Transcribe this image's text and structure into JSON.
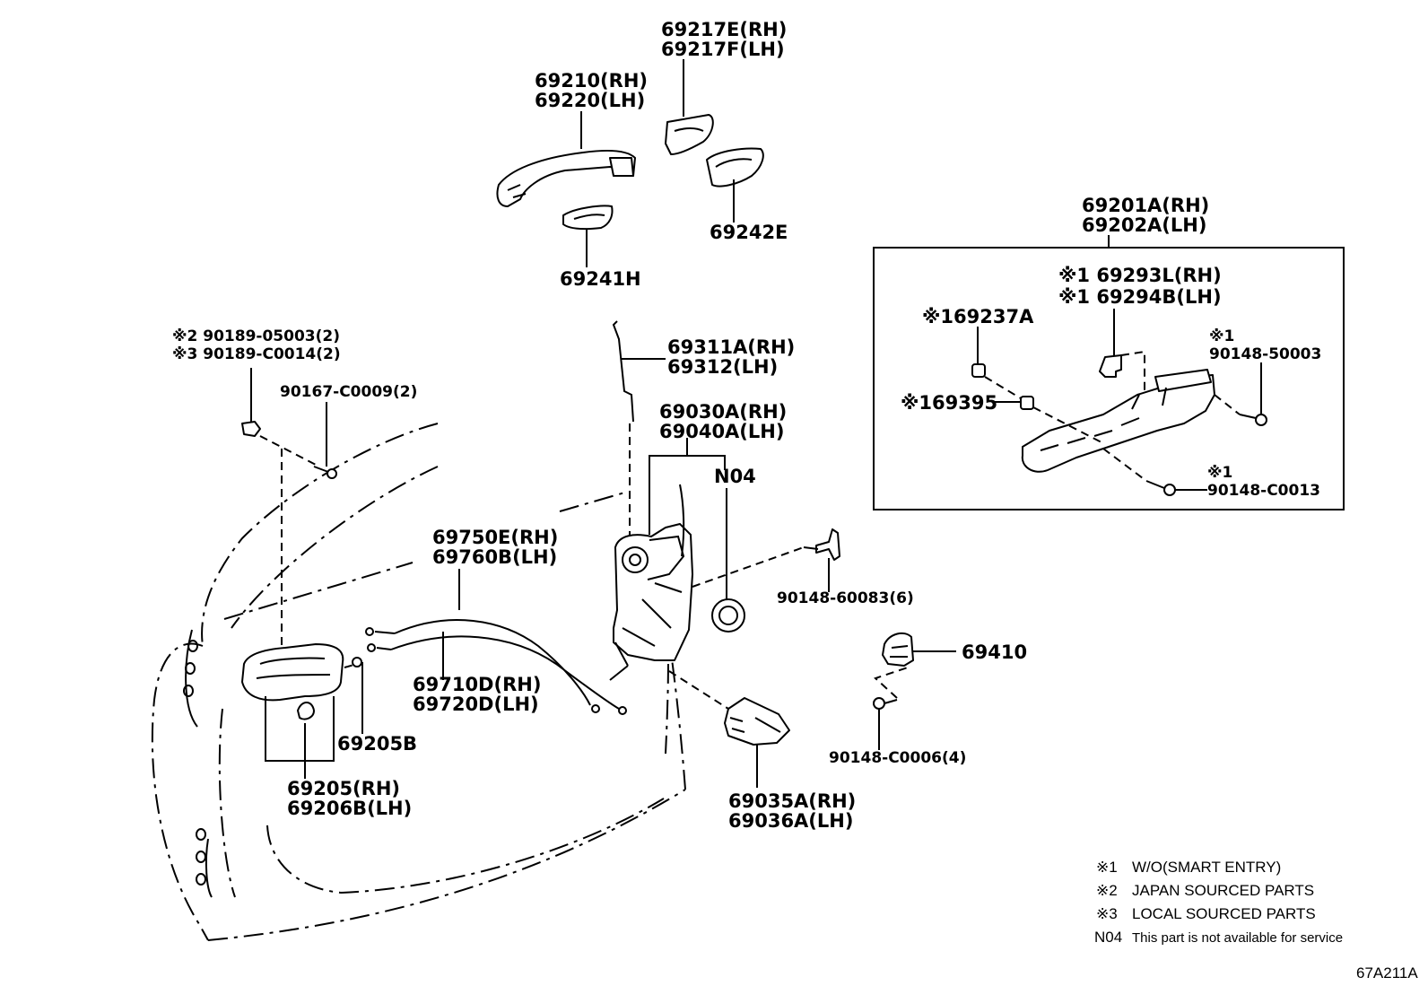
{
  "labels": {
    "p69217": [
      "69217E(RH)",
      "69217F(LH)"
    ],
    "p69210": [
      "69210(RH)",
      "69220(LH)"
    ],
    "p69242E": "69242E",
    "p69241H": "69241H",
    "p69201": [
      "69201A(RH)",
      "69202A(LH)"
    ],
    "p69293": [
      "※1 69293L(RH)",
      "※1 69294B(LH)"
    ],
    "p69237A": "※169237A",
    "p90148_50003": [
      "※1",
      "90148-50003"
    ],
    "p69395": "※169395",
    "p90148_C0013": [
      "※1",
      "90148-C0013"
    ],
    "p90189": [
      "※2 90189-05003(2)",
      "※3 90189-C0014(2)"
    ],
    "p90167": "90167-C0009(2)",
    "p69311": [
      "69311A(RH)",
      "69312(LH)"
    ],
    "p69030": [
      "69030A(RH)",
      "69040A(LH)"
    ],
    "pN04": "N04",
    "p90148_60083": "90148-60083(6)",
    "p69750": [
      "69750E(RH)",
      "69760B(LH)"
    ],
    "p69710": [
      "69710D(RH)",
      "69720D(LH)"
    ],
    "p69410": "69410",
    "p90148_C0006": "90148-C0006(4)",
    "p69205B": "69205B",
    "p69205": [
      "69205(RH)",
      "69206B(LH)"
    ],
    "p69035": [
      "69035A(RH)",
      "69036A(LH)"
    ]
  },
  "legend": [
    {
      "mark": "※1",
      "text": "W/O(SMART ENTRY)"
    },
    {
      "mark": "※2",
      "text": "JAPAN SOURCED PARTS"
    },
    {
      "mark": "※3",
      "text": "LOCAL SOURCED PARTS"
    },
    {
      "mark": "N04",
      "text": "This part is not available for service"
    }
  ],
  "diagram_code": "67A211A"
}
